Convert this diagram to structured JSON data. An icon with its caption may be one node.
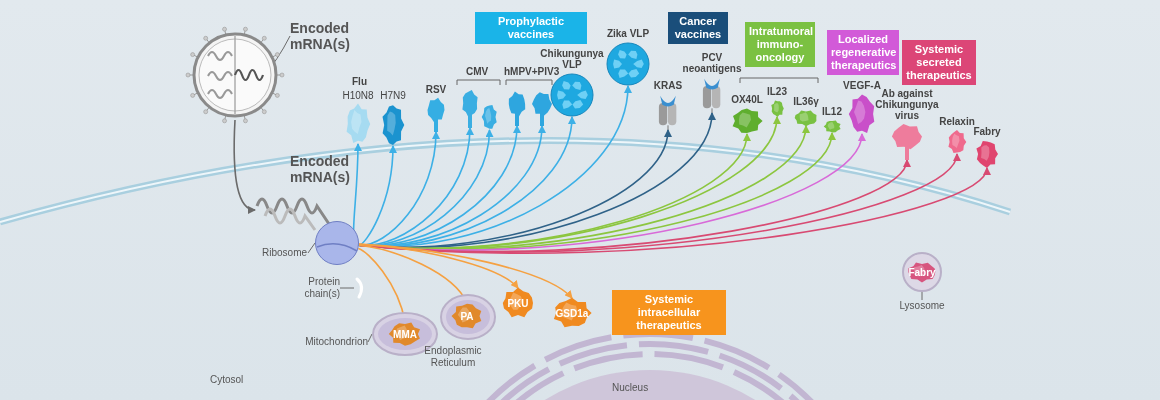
{
  "diagram": {
    "nodes": [
      {
        "text": [],
        "shape": "picture"
      },
      {
        "text": [],
        "shape": "picture",
        "in": 0
      },
      {
        "text": [
          "Encoded mRNA(s)"
        ]
      },
      {
        "text": [],
        "shape": "picture"
      },
      {
        "text": [],
        "shape": "circle"
      },
      {
        "text": [
          "Ribosome"
        ]
      },
      {
        "text": [],
        "shape": "picture"
      },
      {
        "text": [
          "Protein chain(s)"
        ]
      },
      {
        "text": [
          "Prophylactic vaccines"
        ]
      },
      {
        "text": [
          "Cancer vaccines"
        ]
      },
      {
        "text": [
          "Intratumoral immuno-oncology"
        ]
      },
      {
        "text": [
          "Localized regenerative therapeutics"
        ]
      },
      {
        "text": [
          "Systemic secreted therapeutics"
        ]
      },
      {
        "text": [
          "Systemic intracellular therapeutics"
        ]
      },
      {
        "text": [
          "H10N8"
        ]
      },
      {
        "text": [
          "H7N9"
        ]
      },
      {
        "text": [
          "RSV"
        ]
      },
      {
        "text": [],
        "shape": "picture"
      },
      {
        "text": [],
        "shape": "picture"
      },
      {
        "text": [],
        "shape": "picture"
      },
      {
        "text": [],
        "shape": "picture"
      },
      {
        "text": [
          "Chikungunya VLP"
        ]
      },
      {
        "text": [
          "Zika VLP"
        ]
      },
      {
        "text": [
          "KRAS"
        ]
      },
      {
        "text": [
          "PCV neoantigens"
        ]
      },
      {
        "text": [
          "OX40L"
        ]
      },
      {
        "text": [
          "IL23"
        ]
      },
      {
        "text": [
          "IL36γ"
        ]
      },
      {
        "text": [
          "IL12"
        ]
      },
      {
        "text": [
          "VEGF-A"
        ]
      },
      {
        "text": [
          "Ab against Chikungunya virus"
        ]
      },
      {
        "text": [
          "Relaxin"
        ]
      },
      {
        "text": [
          "Fabry"
        ]
      },
      {
        "text": [],
        "shape": "circle"
      },
      {
        "text": [
          "Fabry"
        ],
        "in": 33
      },
      {
        "text": [
          "Lysosome"
        ]
      },
      {
        "text": [],
        "shape": "picture"
      },
      {
        "text": [
          "MMA"
        ],
        "in": 36
      },
      {
        "text": [
          "Mitochondrion"
        ]
      },
      {
        "text": [],
        "shape": "picture"
      },
      {
        "text": [
          "PA"
        ],
        "in": 39
      },
      {
        "text": [
          "PKU"
        ]
      },
      {
        "text": [
          "GSD1a"
        ]
      }
    ],
    "edges": [
      {
        "from": 2,
        "to": 1,
        "arrow": "to",
        "color": "#6b6b6b"
      },
      {
        "from": 0,
        "to": 3,
        "arrow": "to",
        "color": "#6b6b6b"
      },
      {
        "from": 5,
        "to": 4,
        "arrow": "none",
        "color": "#6b6b6b"
      },
      {
        "from": 7,
        "to": 6,
        "arrow": "none",
        "color": "#6b6b6b"
      },
      {
        "from": 4,
        "to": 14,
        "arrow": "to",
        "color": "#3db0e6"
      },
      {
        "from": 4,
        "to": 15,
        "arrow": "to",
        "color": "#3db0e6"
      },
      {
        "from": 4,
        "to": 16,
        "arrow": "to",
        "color": "#3db0e6"
      },
      {
        "from": 4,
        "to": 17,
        "arrow": "to",
        "color": "#3db0e6"
      },
      {
        "from": 4,
        "to": 18,
        "arrow": "to",
        "color": "#3db0e6"
      },
      {
        "from": 4,
        "to": 19,
        "arrow": "to",
        "color": "#3db0e6"
      },
      {
        "from": 4,
        "to": 20,
        "arrow": "to",
        "color": "#3db0e6"
      },
      {
        "from": 4,
        "to": 21,
        "arrow": "to",
        "color": "#3db0e6"
      },
      {
        "from": 4,
        "to": 22,
        "arrow": "to",
        "color": "#3db0e6"
      },
      {
        "from": 4,
        "to": 23,
        "arrow": "to",
        "color": "#2f6288"
      },
      {
        "from": 4,
        "to": 24,
        "arrow": "to",
        "color": "#2f6288"
      },
      {
        "from": 4,
        "to": 25,
        "arrow": "to",
        "color": "#8cc63f"
      },
      {
        "from": 4,
        "to": 26,
        "arrow": "to",
        "color": "#8cc63f"
      },
      {
        "from": 4,
        "to": 27,
        "arrow": "to",
        "color": "#8cc63f"
      },
      {
        "from": 4,
        "to": 28,
        "arrow": "to",
        "color": "#8cc63f"
      },
      {
        "from": 4,
        "to": 29,
        "arrow": "to",
        "color": "#d86ad8"
      },
      {
        "from": 4,
        "to": 30,
        "arrow": "to",
        "color": "#d84a72"
      },
      {
        "from": 4,
        "to": 31,
        "arrow": "to",
        "color": "#d84a72"
      },
      {
        "from": 4,
        "to": 32,
        "arrow": "to",
        "color": "#d84a72"
      },
      {
        "from": 4,
        "to": 37,
        "arrow": "to",
        "color": "#f5a142"
      },
      {
        "from": 4,
        "to": 40,
        "arrow": "to",
        "color": "#f5a142"
      },
      {
        "from": 4,
        "to": 41,
        "arrow": "to",
        "color": "#f5a142"
      },
      {
        "from": 4,
        "to": 42,
        "arrow": "to",
        "color": "#f5a142"
      },
      {
        "from": 35,
        "to": 33,
        "arrow": "none",
        "color": "#6b6b6b"
      },
      {
        "from": 38,
        "to": 36,
        "arrow": "none",
        "color": "#6b6b6b"
      }
    ],
    "labels": [
      "Flu",
      "CMV",
      "hMPV+PIV3",
      "Encoded mRNA(s)",
      "Endoplasmic Reticulum",
      "Nucleus",
      "Cytosol"
    ]
  }
}
